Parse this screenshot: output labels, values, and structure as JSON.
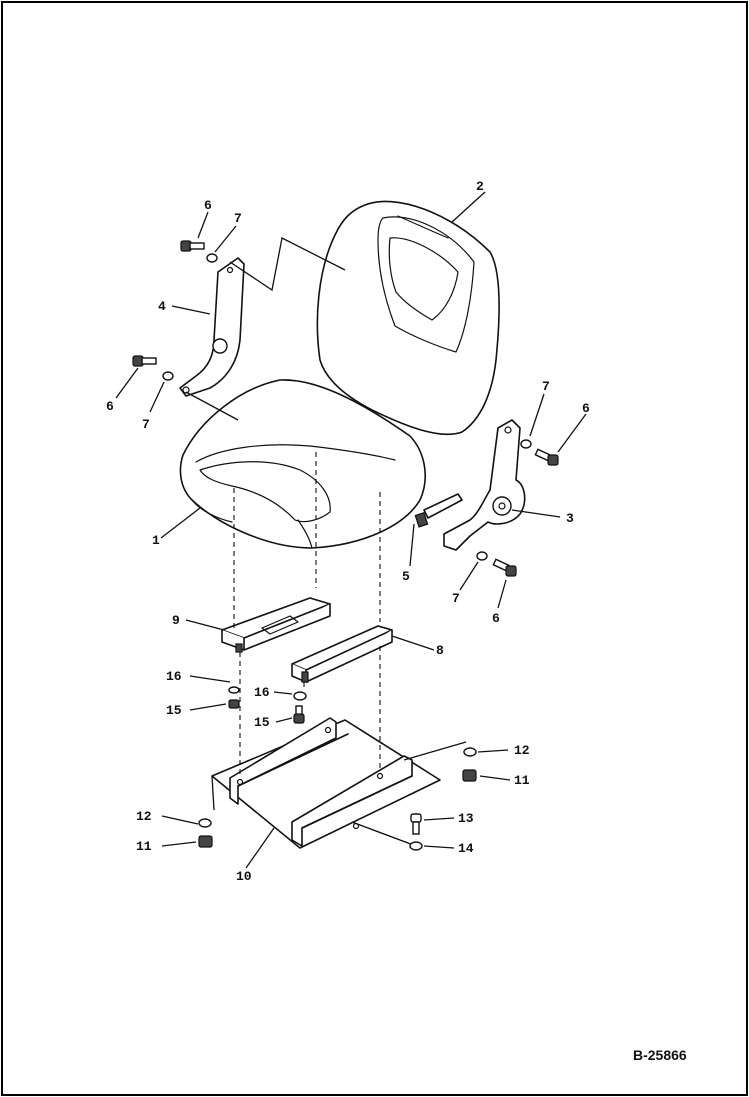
{
  "drawing_number": "B-25866",
  "callouts": {
    "p1": "1",
    "p2": "2",
    "p3": "3",
    "p4": "4",
    "p5": "5",
    "p6a": "6",
    "p6b": "6",
    "p6c": "6",
    "p6d": "6",
    "p7a": "7",
    "p7b": "7",
    "p7c": "7",
    "p7d": "7",
    "p8": "8",
    "p9": "9",
    "p10": "10",
    "p11a": "11",
    "p11b": "11",
    "p12a": "12",
    "p12b": "12",
    "p13": "13",
    "p14": "14",
    "p15a": "15",
    "p15b": "15",
    "p16a": "16",
    "p16b": "16"
  }
}
